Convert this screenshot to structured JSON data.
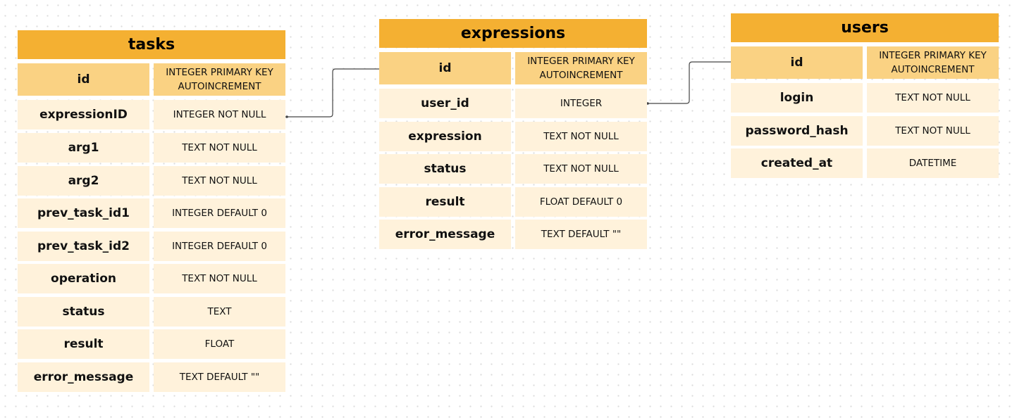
{
  "tables": {
    "tasks": {
      "title": "tasks",
      "rows": [
        {
          "name": "id",
          "type": "INTEGER PRIMARY KEY AUTOINCREMENT"
        },
        {
          "name": "expressionID",
          "type": "INTEGER NOT NULL"
        },
        {
          "name": "arg1",
          "type": "TEXT NOT NULL"
        },
        {
          "name": "arg2",
          "type": "TEXT NOT NULL"
        },
        {
          "name": "prev_task_id1",
          "type": "INTEGER DEFAULT 0"
        },
        {
          "name": "prev_task_id2",
          "type": "INTEGER DEFAULT 0"
        },
        {
          "name": "operation",
          "type": "TEXT NOT NULL"
        },
        {
          "name": "status",
          "type": "TEXT"
        },
        {
          "name": "result",
          "type": "FLOAT"
        },
        {
          "name": "error_message",
          "type": "TEXT DEFAULT \"\""
        }
      ]
    },
    "expressions": {
      "title": "expressions",
      "rows": [
        {
          "name": "id",
          "type": "INTEGER PRIMARY KEY AUTOINCREMENT"
        },
        {
          "name": "user_id",
          "type": "INTEGER"
        },
        {
          "name": "expression",
          "type": "TEXT NOT NULL"
        },
        {
          "name": "status",
          "type": "TEXT NOT NULL"
        },
        {
          "name": "result",
          "type": "FLOAT DEFAULT 0"
        },
        {
          "name": "error_message",
          "type": "TEXT DEFAULT \"\""
        }
      ]
    },
    "users": {
      "title": "users",
      "rows": [
        {
          "name": "id",
          "type": "INTEGER PRIMARY KEY AUTOINCREMENT"
        },
        {
          "name": "login",
          "type": "TEXT NOT NULL"
        },
        {
          "name": "password_hash",
          "type": "TEXT NOT NULL"
        },
        {
          "name": "created_at",
          "type": "DATETIME"
        }
      ]
    }
  },
  "relations": [
    {
      "from": "expressions.id",
      "to": "tasks.expressionID"
    },
    {
      "from": "users.id",
      "to": "expressions.user_id"
    }
  ],
  "colors": {
    "title_bg": "#f4b032",
    "pk_row_bg": "#fad283",
    "row_bg": "#fff2db",
    "connector": "#444444"
  }
}
